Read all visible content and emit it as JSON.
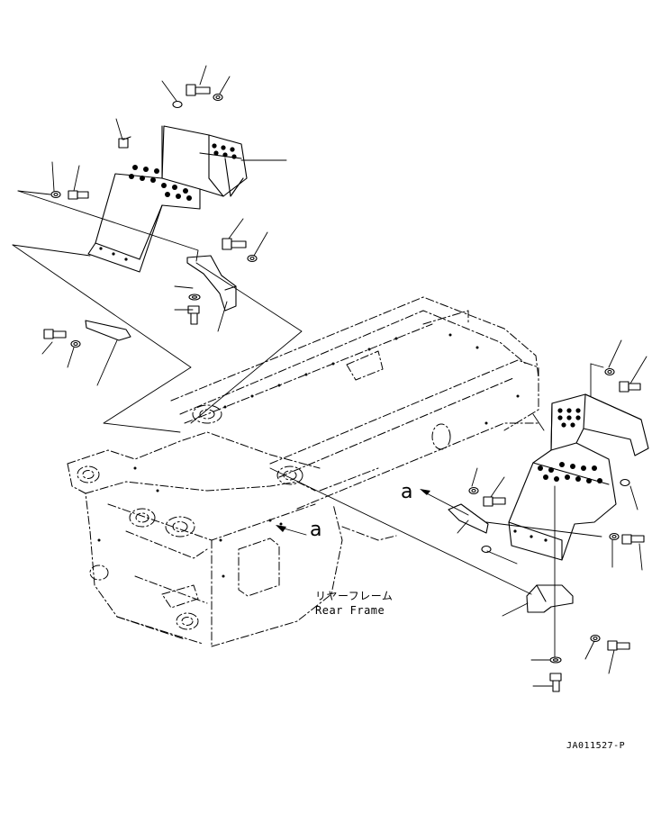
{
  "labels": {
    "view_mark_right": "a",
    "view_mark_left": "a",
    "frame_name_jp": "リヤーフレーム",
    "frame_name_en": "Rear Frame",
    "drawing_code": "JA011527-P"
  },
  "colors": {
    "ink": "#000000",
    "paper": "#ffffff"
  }
}
